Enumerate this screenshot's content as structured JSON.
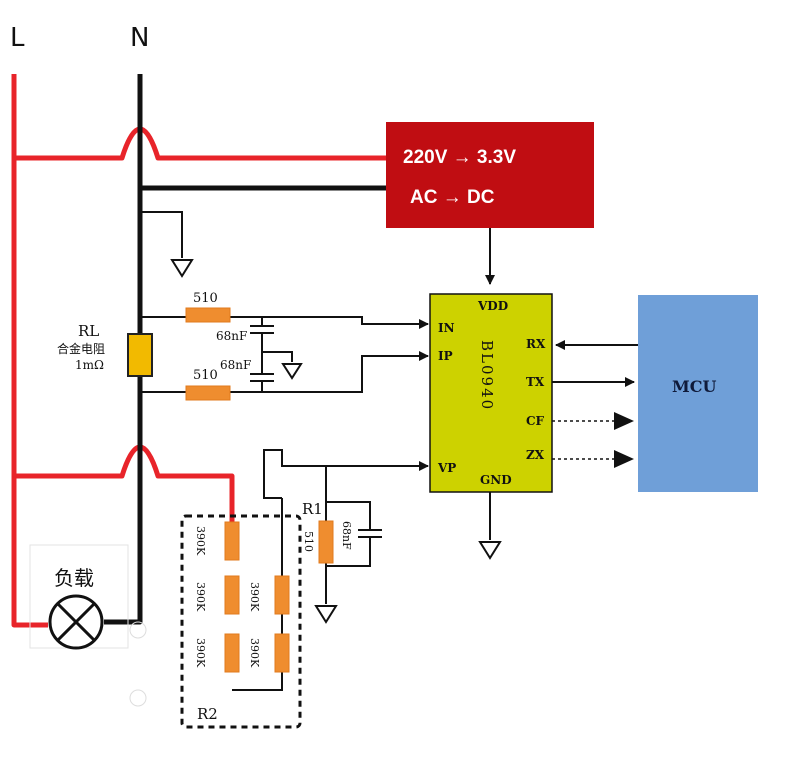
{
  "lines": {
    "live": "L",
    "neutral": "N"
  },
  "power_supply": {
    "line1": "220V  → 3.3V",
    "line2": "AC     → DC",
    "color": "#c00d12"
  },
  "chip": {
    "name": "BL0940",
    "color": "#cdd200",
    "pins": {
      "vdd": "VDD",
      "in": "IN",
      "ip": "IP",
      "vp": "VP",
      "gnd": "GND",
      "rx": "RX",
      "tx": "TX",
      "cf": "CF",
      "zx": "ZX"
    }
  },
  "mcu": {
    "label": "MCU",
    "color": "#6f9fd8"
  },
  "shunt": {
    "designator": "RL",
    "description": "合金电阻",
    "value": "1mΩ"
  },
  "filter": {
    "r_top": "510",
    "r_bottom": "510",
    "c_top": "68nF",
    "c_bottom": "68nF"
  },
  "vp_network": {
    "r1": "R1",
    "r1_value": "510",
    "c_value": "68nF"
  },
  "divider": {
    "designator": "R2",
    "values": [
      "390K",
      "390K",
      "390K",
      "390K",
      "390K"
    ]
  },
  "load": {
    "label": "负载"
  },
  "colors": {
    "live_wire": "#e8242a",
    "resistor": "#ef8d2f"
  }
}
